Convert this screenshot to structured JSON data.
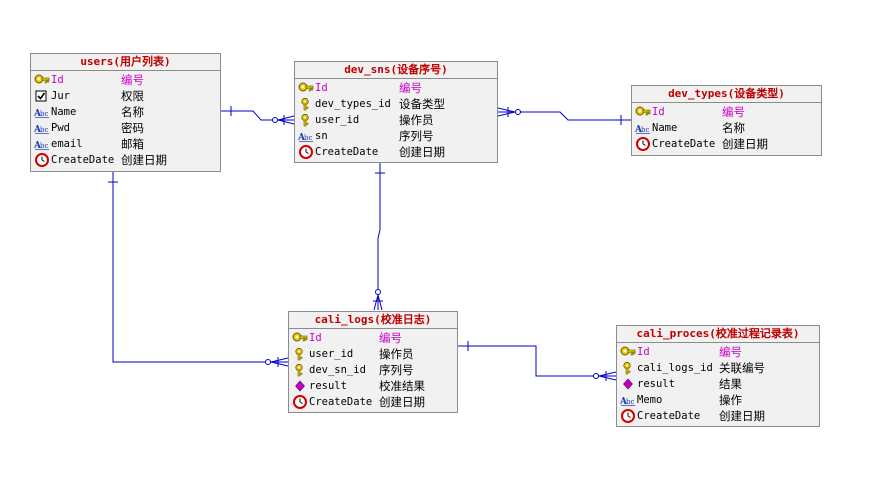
{
  "entities": [
    {
      "title": "users(用户列表)",
      "fields": [
        {
          "name": "Id",
          "label": "编号",
          "icon": "key",
          "pk": true
        },
        {
          "name": "Jur",
          "label": "权限",
          "icon": "checkbox"
        },
        {
          "name": "Name",
          "label": "名称",
          "icon": "abc"
        },
        {
          "name": "Pwd",
          "label": "密码",
          "icon": "abc"
        },
        {
          "name": "email",
          "label": "邮箱",
          "icon": "abc"
        },
        {
          "name": "CreateDate",
          "label": "创建日期",
          "icon": "clock"
        }
      ]
    },
    {
      "title": "dev_sns(设备序号)",
      "fields": [
        {
          "name": "Id",
          "label": "编号",
          "icon": "key",
          "pk": true
        },
        {
          "name": "dev_types_id",
          "label": "设备类型",
          "icon": "fk"
        },
        {
          "name": "user_id",
          "label": "操作员",
          "icon": "fk"
        },
        {
          "name": "sn",
          "label": "序列号",
          "icon": "abc"
        },
        {
          "name": "CreateDate",
          "label": "创建日期",
          "icon": "clock"
        }
      ]
    },
    {
      "title": "dev_types(设备类型)",
      "fields": [
        {
          "name": "Id",
          "label": "编号",
          "icon": "key",
          "pk": true
        },
        {
          "name": "Name",
          "label": "名称",
          "icon": "abc"
        },
        {
          "name": "CreateDate",
          "label": "创建日期",
          "icon": "clock"
        }
      ]
    },
    {
      "title": "cali_logs(校准日志)",
      "fields": [
        {
          "name": "Id",
          "label": "编号",
          "icon": "key",
          "pk": true
        },
        {
          "name": "user_id",
          "label": "操作员",
          "icon": "fk"
        },
        {
          "name": "dev_sn_id",
          "label": "序列号",
          "icon": "fk"
        },
        {
          "name": "result",
          "label": "校准结果",
          "icon": "diamond"
        },
        {
          "name": "CreateDate",
          "label": "创建日期",
          "icon": "clock"
        }
      ]
    },
    {
      "title": "cali_proces(校准过程记录表)",
      "fields": [
        {
          "name": "Id",
          "label": "编号",
          "icon": "key",
          "pk": true
        },
        {
          "name": "cali_logs_id",
          "label": "关联编号",
          "icon": "fk"
        },
        {
          "name": "result",
          "label": "结果",
          "icon": "diamond"
        },
        {
          "name": "Memo",
          "label": "操作",
          "icon": "abc"
        },
        {
          "name": "CreateDate",
          "label": "创建日期",
          "icon": "clock"
        }
      ]
    }
  ],
  "colors": {
    "line": "#0000c8",
    "title": "#c00000",
    "pk": "#cc00cc",
    "key": "#e8c800",
    "clock": "#d00000"
  }
}
